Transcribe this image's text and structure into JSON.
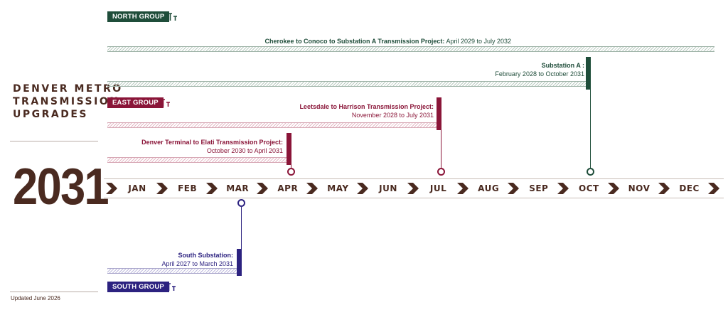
{
  "title_lines": [
    "DENVER METRO",
    "TRANSMISSION",
    "UPGRADES"
  ],
  "year": "2031",
  "updated": "Updated June 2026",
  "colors": {
    "north": "#1f4d3a",
    "east": "#8a1538",
    "south": "#2c2280",
    "brown": "#4a2a20"
  },
  "groups": {
    "north": {
      "label": "NORTH GROUP",
      "icon": "tools-icon"
    },
    "east": {
      "label": "EAST GROUP",
      "icon": "tools-icon"
    },
    "south": {
      "label": "SOUTH GROUP",
      "icon": "tools-icon"
    }
  },
  "months": [
    "JAN",
    "FEB",
    "MAR",
    "APR",
    "MAY",
    "JUN",
    "JUL",
    "AUG",
    "SEP",
    "OCT",
    "NOV",
    "DEC"
  ],
  "projects": {
    "cherokee": {
      "name": "Cherokee to Conoco to Substation A Transmission Project:",
      "dates": "April 2029 to July 2032"
    },
    "substation_a": {
      "name": "Substation A :",
      "dates": "February 2028 to October 2031",
      "ends_month": "OCT"
    },
    "leetsdale": {
      "name": "Leetsdale to Harrison Transmission Project:",
      "dates": "November 2028 to July 2031",
      "ends_month": "JUL"
    },
    "denver_terminal": {
      "name": "Denver Terminal to Elati Transmission Project:",
      "dates": "October 2030 to April 2031",
      "ends_month": "APR"
    },
    "south_substation": {
      "name": "South Substation:",
      "dates": "April 2027 to March 2031",
      "ends_month": "MAR"
    }
  }
}
